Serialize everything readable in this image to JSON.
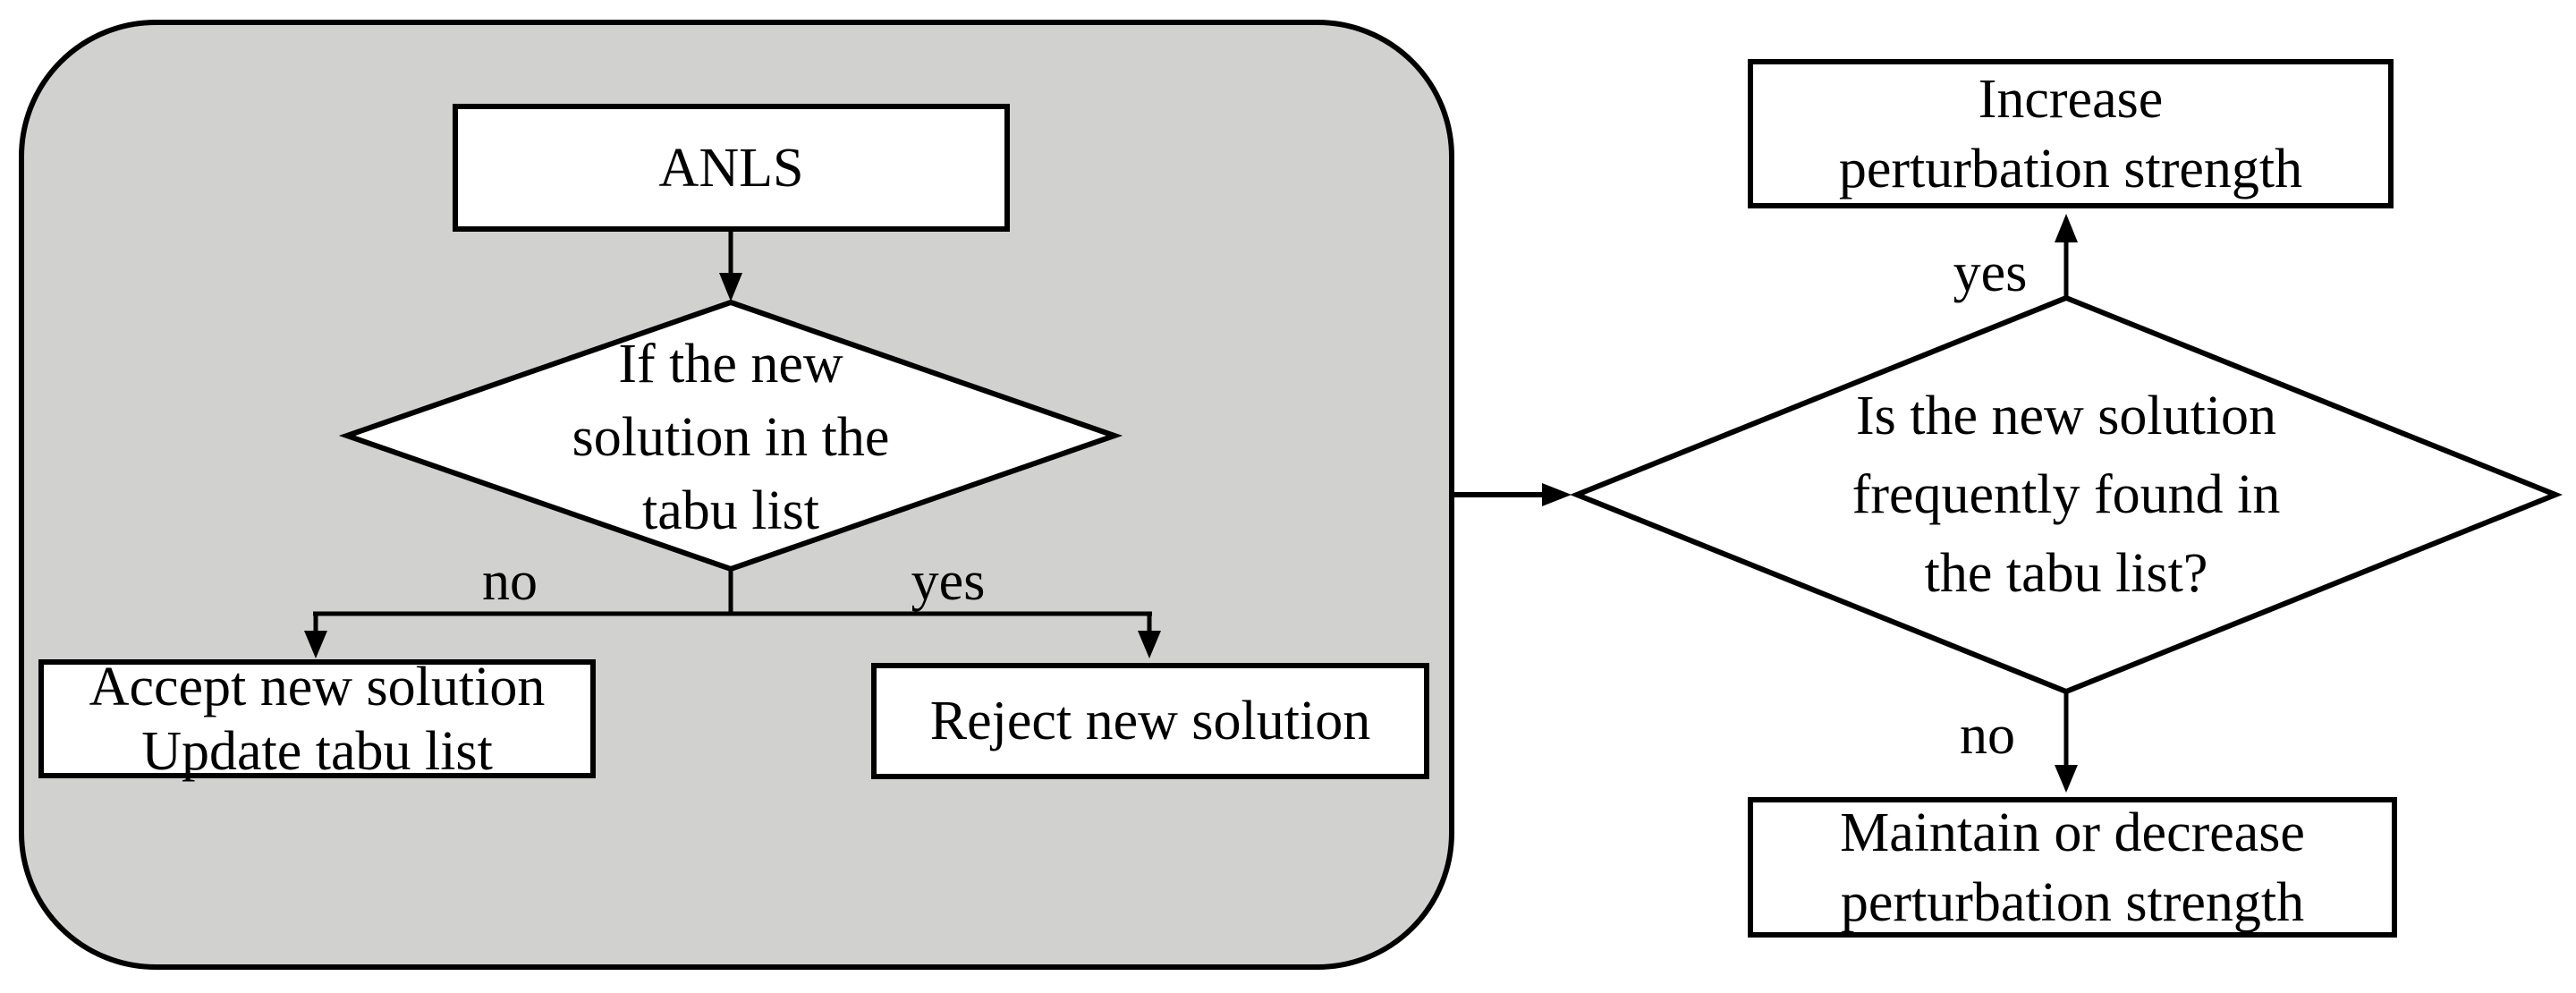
{
  "colors": {
    "region_fill": "#d1d1cf",
    "line": "#000000",
    "node_fill": "#ffffff"
  },
  "left_region": {
    "anls_label": "ANLS",
    "decision_label": "If the new\nsolution in the\ntabu list",
    "no_label": "no",
    "yes_label": "yes",
    "accept_label": "Accept new solution\nUpdate tabu list",
    "reject_label": "Reject new solution"
  },
  "right_flow": {
    "decision_label": "Is the new solution\nfrequently found in\nthe tabu list?",
    "yes_label": "yes",
    "no_label": "no",
    "increase_label": "Increase\nperturbation strength",
    "maintain_label": "Maintain or decrease\nperturbation strength"
  }
}
